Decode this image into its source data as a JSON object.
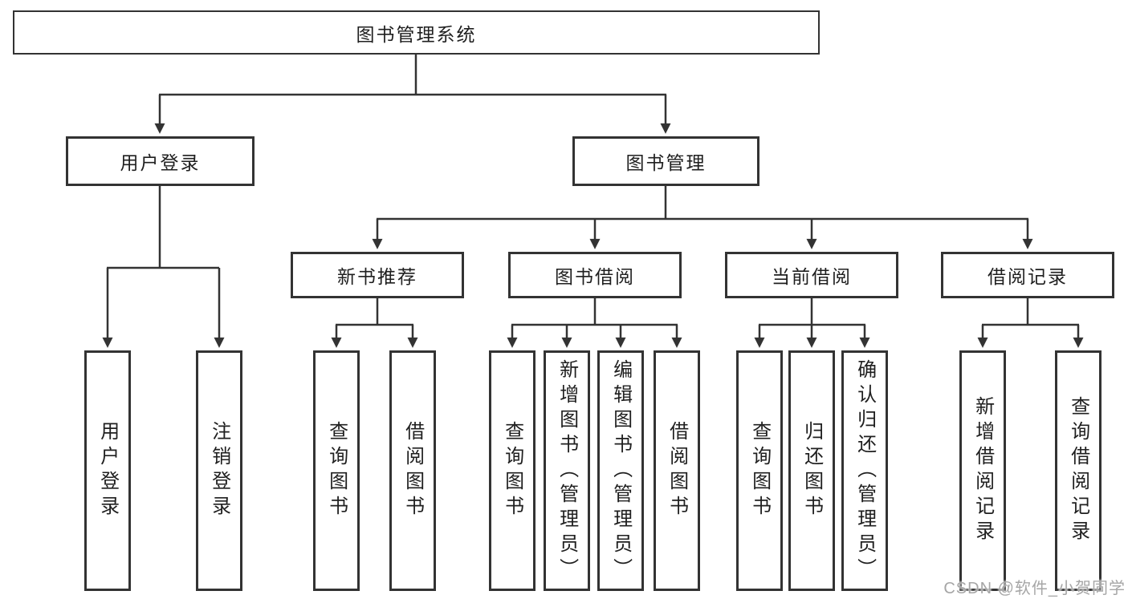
{
  "page": {
    "background": "#ffffff",
    "watermark": "CSDN @软件_小贺同学",
    "colors": {
      "line": "#333333",
      "box_border": "#333333",
      "text": "#1f1f1f",
      "watermark_text": "#a6a6a6"
    }
  },
  "nodes": {
    "root": {
      "label": "图书管理系统"
    },
    "user_login": {
      "label": "用户登录"
    },
    "book_mgmt": {
      "label": "图书管理"
    },
    "ul_login": {
      "label": "用户登录"
    },
    "ul_logout": {
      "label": "注销登录"
    },
    "rec": {
      "label": "新书推荐"
    },
    "borrow": {
      "label": "图书借阅"
    },
    "current": {
      "label": "当前借阅"
    },
    "record": {
      "label": "借阅记录"
    },
    "rec_query": {
      "label": "查询图书"
    },
    "rec_borrow": {
      "label": "借阅图书"
    },
    "bor_query": {
      "label": "查询图书"
    },
    "bor_add": {
      "label": "新增图书（管理员）"
    },
    "bor_edit": {
      "label": "编辑图书（管理员）"
    },
    "bor_lend": {
      "label": "借阅图书"
    },
    "cur_query": {
      "label": "查询图书"
    },
    "cur_return": {
      "label": "归还图书"
    },
    "cur_confirm": {
      "label": "确认归还（管理员）"
    },
    "rd_add": {
      "label": "新增借阅记录"
    },
    "rd_query": {
      "label": "查询借阅记录"
    }
  },
  "edges": [
    [
      "root",
      "user_login"
    ],
    [
      "root",
      "book_mgmt"
    ],
    [
      "user_login",
      "ul_login"
    ],
    [
      "user_login",
      "ul_logout"
    ],
    [
      "book_mgmt",
      "rec"
    ],
    [
      "book_mgmt",
      "borrow"
    ],
    [
      "book_mgmt",
      "current"
    ],
    [
      "book_mgmt",
      "record"
    ],
    [
      "rec",
      "rec_query"
    ],
    [
      "rec",
      "rec_borrow"
    ],
    [
      "borrow",
      "bor_query"
    ],
    [
      "borrow",
      "bor_add"
    ],
    [
      "borrow",
      "bor_edit"
    ],
    [
      "borrow",
      "bor_lend"
    ],
    [
      "current",
      "cur_query"
    ],
    [
      "current",
      "cur_return"
    ],
    [
      "current",
      "cur_confirm"
    ],
    [
      "record",
      "rd_add"
    ],
    [
      "record",
      "rd_query"
    ]
  ]
}
